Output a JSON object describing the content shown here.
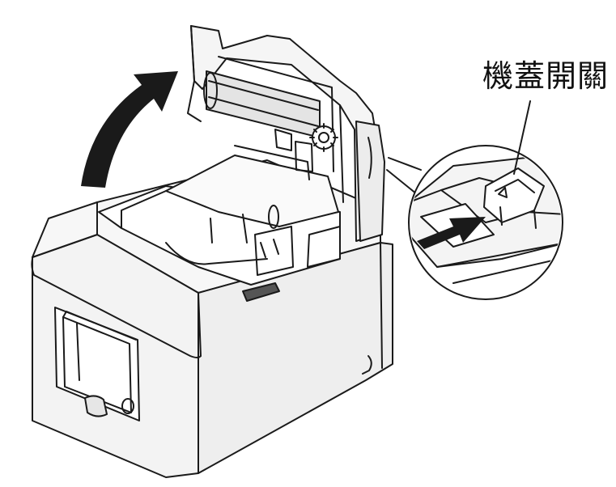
{
  "callout": {
    "label": "機蓋開關"
  },
  "colors": {
    "line": "#1a1a1a",
    "body": "#f7f7f7",
    "shade": "#dcdcdc",
    "dark": "#2a2a2a"
  },
  "icons": {
    "arrow": "curved-open-arrow",
    "press": "press-direction-arrow"
  }
}
